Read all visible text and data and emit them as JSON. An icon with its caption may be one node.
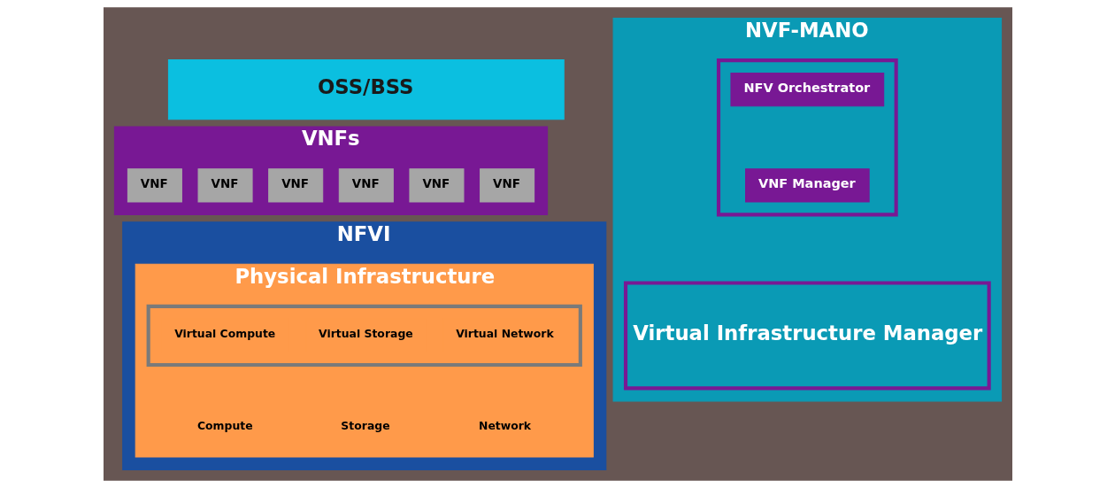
{
  "diagram": {
    "nodes": [
      {
        "text": [
          "OSS/BSS"
        ]
      },
      {
        "text": [
          "VNFs"
        ]
      },
      {
        "text": [
          "VNF"
        ],
        "in": 1
      },
      {
        "text": [
          "VNF"
        ],
        "in": 1
      },
      {
        "text": [
          "VNF"
        ],
        "in": 1
      },
      {
        "text": [
          "VNF"
        ],
        "in": 1
      },
      {
        "text": [
          "VNF"
        ],
        "in": 1
      },
      {
        "text": [
          "VNF"
        ],
        "in": 1
      },
      {
        "text": [
          "NFVI"
        ]
      },
      {
        "text": [
          "Physical Infrastructure"
        ],
        "in": 8
      },
      {
        "text": [],
        "shape": "box",
        "in": 9
      },
      {
        "text": [
          "Virtual Compute"
        ],
        "in": 10
      },
      {
        "text": [
          "Virtual Storage"
        ],
        "in": 10
      },
      {
        "text": [
          "Virtual Network"
        ],
        "in": 10
      },
      {
        "text": [
          "NVF-MANO"
        ]
      },
      {
        "text": [],
        "shape": "box",
        "in": 14
      },
      {
        "text": [
          "NFV Orchestrator"
        ],
        "in": 15
      },
      {
        "text": [
          "VNF Manager"
        ],
        "in": 15
      },
      {
        "text": [
          "Virtual Infrastructure Manager"
        ],
        "in": 14
      }
    ],
    "labels": [
      "Compute",
      "Storage",
      "Network"
    ]
  }
}
